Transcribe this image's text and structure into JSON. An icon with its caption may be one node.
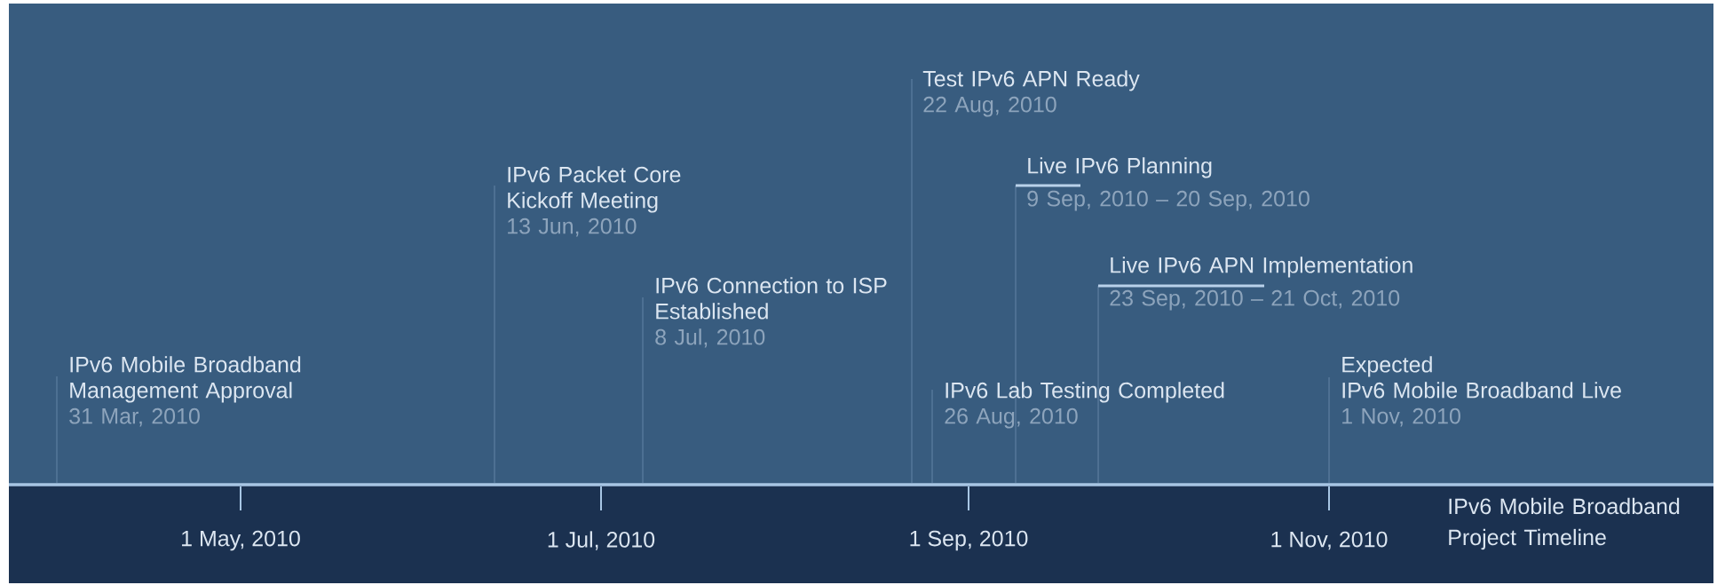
{
  "diagram": {
    "title": "IPv6 Mobile Broadband Project Timeline",
    "nodes": [
      {
        "text": [
          "IPv6 Mobile Broadband Management Approval",
          "31 Mar, 2010"
        ]
      },
      {
        "text": [
          "IPv6 Packet Core Kickoff Meeting",
          "13 Jun, 2010"
        ]
      },
      {
        "text": [
          "IPv6 Connection to ISP Established",
          "8 Jul, 2010"
        ]
      },
      {
        "text": [
          "Test IPv6 APN Ready",
          "22 Aug, 2010"
        ]
      },
      {
        "text": [
          "Live IPv6 Planning",
          "9 Sep, 2010 – 20 Sep, 2010"
        ]
      },
      {
        "text": [
          "Live IPv6 APN Implementation",
          "23 Sep, 2010 – 21 Oct, 2010"
        ]
      },
      {
        "text": [
          "IPv6 Lab Testing Completed",
          "26 Aug, 2010"
        ]
      },
      {
        "text": [
          "Expected",
          "IPv6 Mobile Broadband Live",
          "1 Nov, 2010"
        ]
      }
    ],
    "labels": [
      "1 May, 2010",
      "1 Jul, 2010",
      "1 Sep, 2010",
      "1 Nov, 2010"
    ]
  }
}
